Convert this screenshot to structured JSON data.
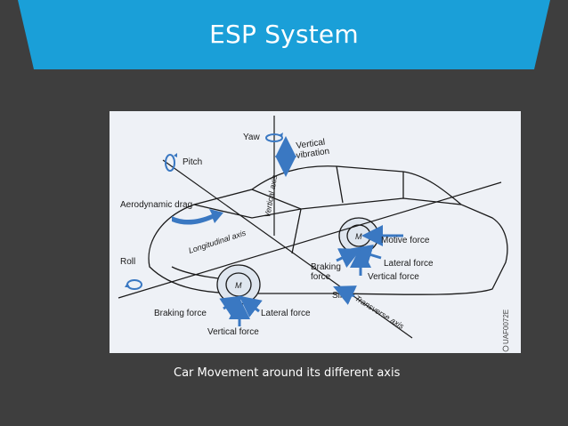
{
  "slide": {
    "title": "ESP System",
    "caption": "Car Movement around its different axis"
  },
  "diagram": {
    "labels": {
      "yaw": "Yaw",
      "pitch": "Pitch",
      "vertical_vibration_1": "Vertical",
      "vertical_vibration_2": "vibration",
      "vertical_axis": "Vertical axis",
      "aerodynamic_drag": "Aerodynamic drag",
      "longitudinal_axis": "Longitudinal axis",
      "roll": "Roll",
      "motive_force": "Motive force",
      "braking_force_right_1": "Braking",
      "braking_force_right_2": "force",
      "lateral_force_right": "Lateral force",
      "vertical_force_right": "Vertical force",
      "slide": "Slide",
      "transverse_axis": "Transverse axis",
      "braking_force_left": "Braking force",
      "lateral_force_left": "Lateral force",
      "vertical_force_left": "Vertical force",
      "wheel_label": "M",
      "figure_code": "UAF0072E"
    }
  },
  "colors": {
    "banner": "#1a9fd8",
    "background": "#3e3e3e",
    "arrow": "#3a78c2",
    "line": "#1a1a1a"
  }
}
